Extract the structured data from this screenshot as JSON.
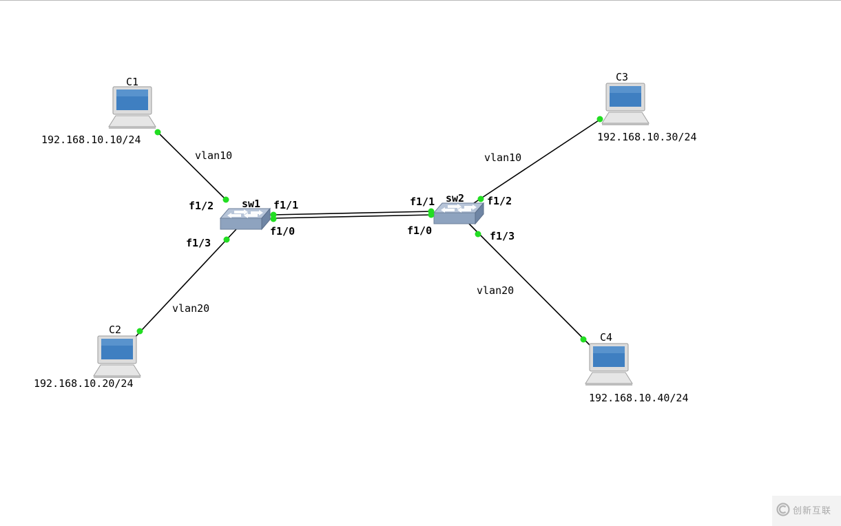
{
  "nodes": {
    "c1": {
      "name": "C1",
      "ip": "192.168.10.10/24"
    },
    "c2": {
      "name": "C2",
      "ip": "192.168.10.20/24"
    },
    "c3": {
      "name": "C3",
      "ip": "192.168.10.30/24"
    },
    "c4": {
      "name": "C4",
      "ip": "192.168.10.40/24"
    },
    "sw1": {
      "name": "sw1"
    },
    "sw2": {
      "name": "sw2"
    }
  },
  "links": {
    "c1_sw1": {
      "vlan": "vlan10",
      "port": "f1/2"
    },
    "c2_sw1": {
      "vlan": "vlan20",
      "port": "f1/3"
    },
    "c3_sw2": {
      "vlan": "vlan10",
      "port": "f1/2"
    },
    "c4_sw2": {
      "vlan": "vlan20",
      "port": "f1/3"
    },
    "trunk": {
      "sw1_port_a": "f1/1",
      "sw1_port_b": "f1/0",
      "sw2_port_a": "f1/1",
      "sw2_port_b": "f1/0"
    }
  },
  "colors": {
    "link": "#000000",
    "port_dot": "#22dd22",
    "switch_body": "#8ea3bf",
    "pc_screen": "#3f7fc1"
  },
  "watermark": {
    "text": "创新互联",
    "icon": "logo-icon"
  }
}
